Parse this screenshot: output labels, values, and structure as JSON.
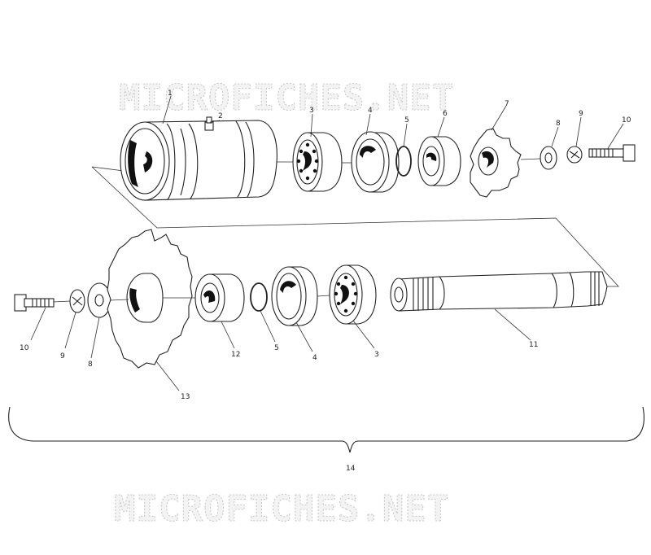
{
  "watermark": {
    "top": "MICROFICHES.NET",
    "bottom": "MICROFICHES.NET"
  },
  "callouts": {
    "top": [
      "1",
      "2",
      "3",
      "4",
      "5",
      "6",
      "7",
      "8",
      "9",
      "10"
    ],
    "bottom": [
      "10",
      "9",
      "8",
      "13",
      "12",
      "5",
      "4",
      "3",
      "11"
    ],
    "assembly": "14"
  }
}
